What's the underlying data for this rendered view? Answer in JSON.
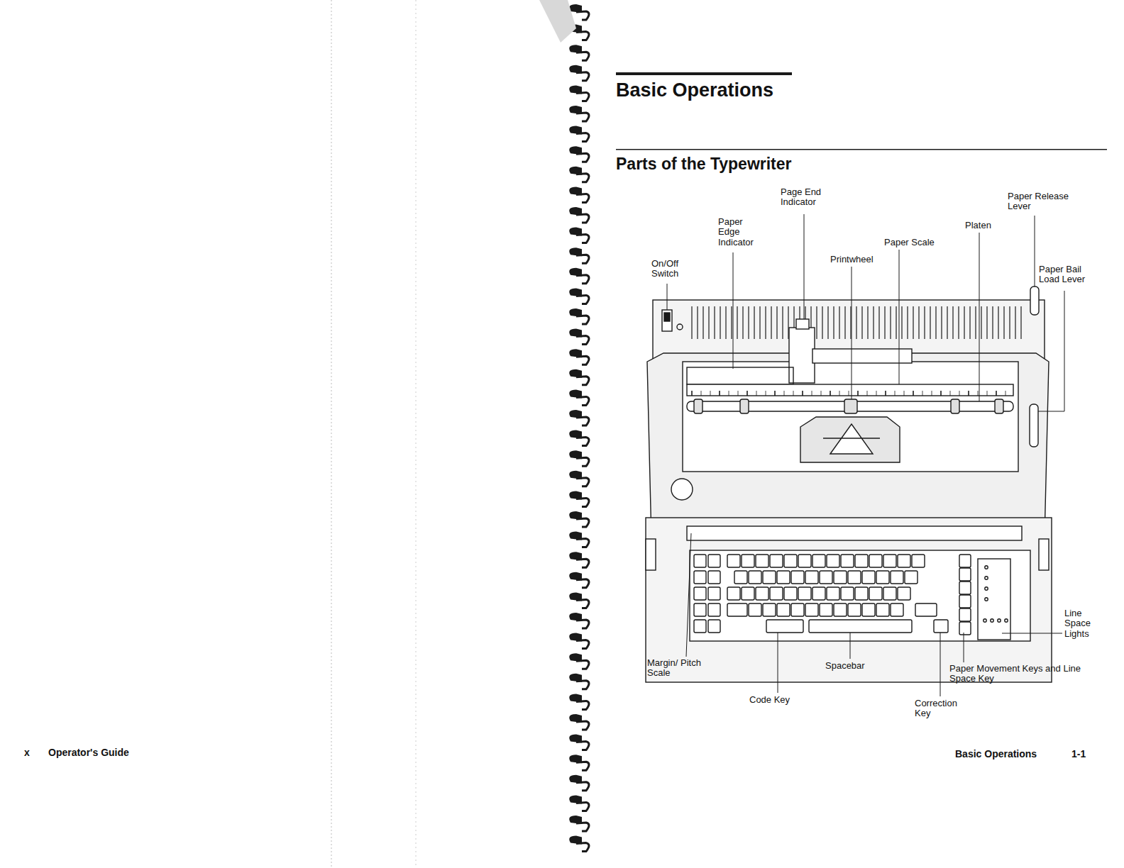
{
  "diagram": {
    "title": "Basic Operations",
    "labels": [
      "Parts of the Typewriter",
      "Page End Indicator",
      "Paper Release Lever",
      "Platen",
      "Paper Edge Indicator",
      "Paper Scale",
      "Printwheel",
      "On/Off Switch",
      "Paper Bail Load Lever",
      "Line Space Lights",
      "Margin/ Pitch Scale",
      "Spacebar",
      "Paper Movement Keys and Line Space Key",
      "Code Key",
      "Correction Key",
      "x",
      "Operator's Guide",
      "Basic Operations",
      "1-1"
    ]
  }
}
